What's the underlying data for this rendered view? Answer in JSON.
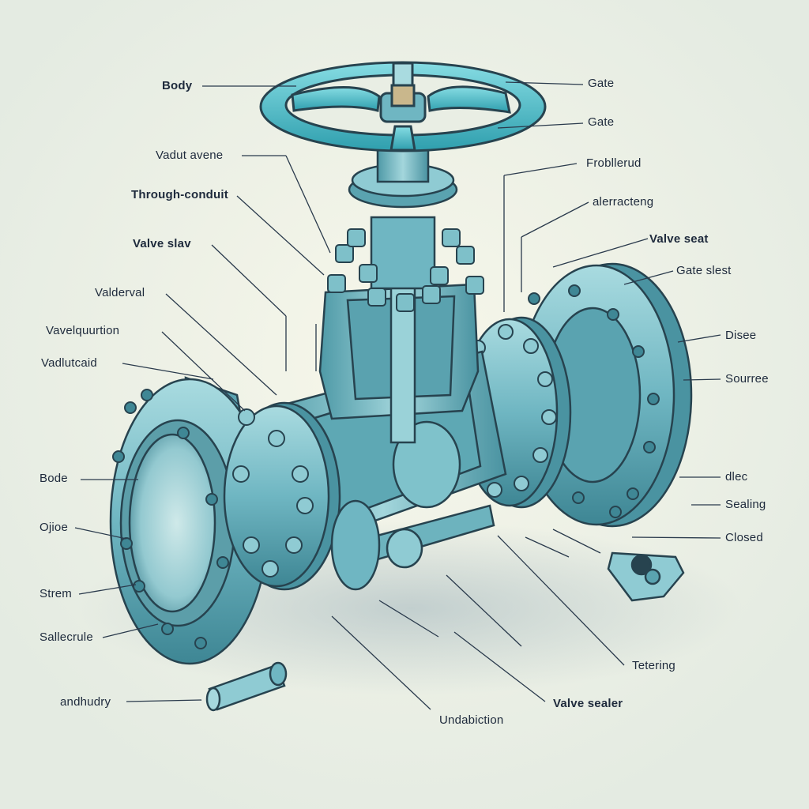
{
  "colors": {
    "background": "#e9eee4",
    "metal": "#6fb6c2",
    "metal_dark": "#3f8795",
    "metal_light": "#a6d8de",
    "outline": "#27434f",
    "handwheel": "#4ec3cf",
    "label_text": "#1e2a3c"
  },
  "labels_left": [
    {
      "text": "Body"
    },
    {
      "text": "Vadut avene"
    },
    {
      "text": "Through-conduit"
    },
    {
      "text": "Valve slav"
    },
    {
      "text": "Valderval"
    },
    {
      "text": "Vavelquurtion"
    },
    {
      "text": "Vadlutcaid"
    },
    {
      "text": "Bode"
    },
    {
      "text": "Ojioe"
    },
    {
      "text": "Strem"
    },
    {
      "text": "Sallecrule"
    },
    {
      "text": "andhudry"
    }
  ],
  "labels_right": [
    {
      "text": "Gate"
    },
    {
      "text": "Gate"
    },
    {
      "text": "Frobllerud"
    },
    {
      "text": "alerracteng"
    },
    {
      "text": "Valve seat"
    },
    {
      "text": "Gate slest"
    },
    {
      "text": "Disee"
    },
    {
      "text": "Sourree"
    },
    {
      "text": "dlec"
    },
    {
      "text": "Sealing"
    },
    {
      "text": "Closed"
    }
  ],
  "labels_bottom": [
    {
      "text": "Tetering"
    },
    {
      "text": "Valve sealer"
    },
    {
      "text": "Undabiction"
    }
  ]
}
